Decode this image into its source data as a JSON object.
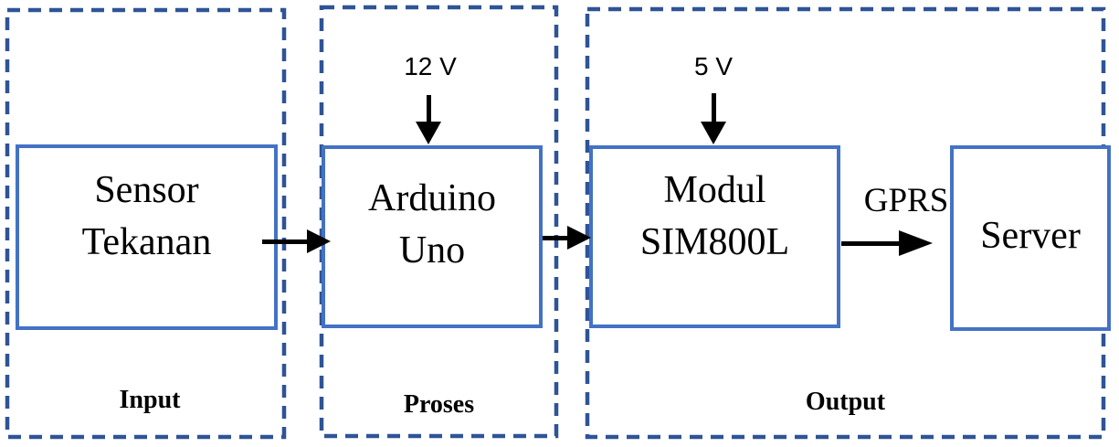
{
  "colors": {
    "box_border": "#4472C4",
    "container_border": "#2F5496",
    "arrow": "#000000",
    "text": "#000000",
    "background": "#FFFFFF"
  },
  "sections": {
    "input": {
      "label": "Input",
      "box": {
        "line1": "Sensor",
        "line2": "Tekanan"
      }
    },
    "proses": {
      "label": "Proses",
      "supply_label": "12 V",
      "box": {
        "line1": "Arduino",
        "line2": "Uno"
      }
    },
    "output": {
      "label": "Output",
      "supply_label": "5 V",
      "module_box": {
        "line1": "Modul",
        "line2": "SIM800L"
      },
      "link_label": "GPRS",
      "server_box": {
        "line1": "Server"
      }
    }
  }
}
